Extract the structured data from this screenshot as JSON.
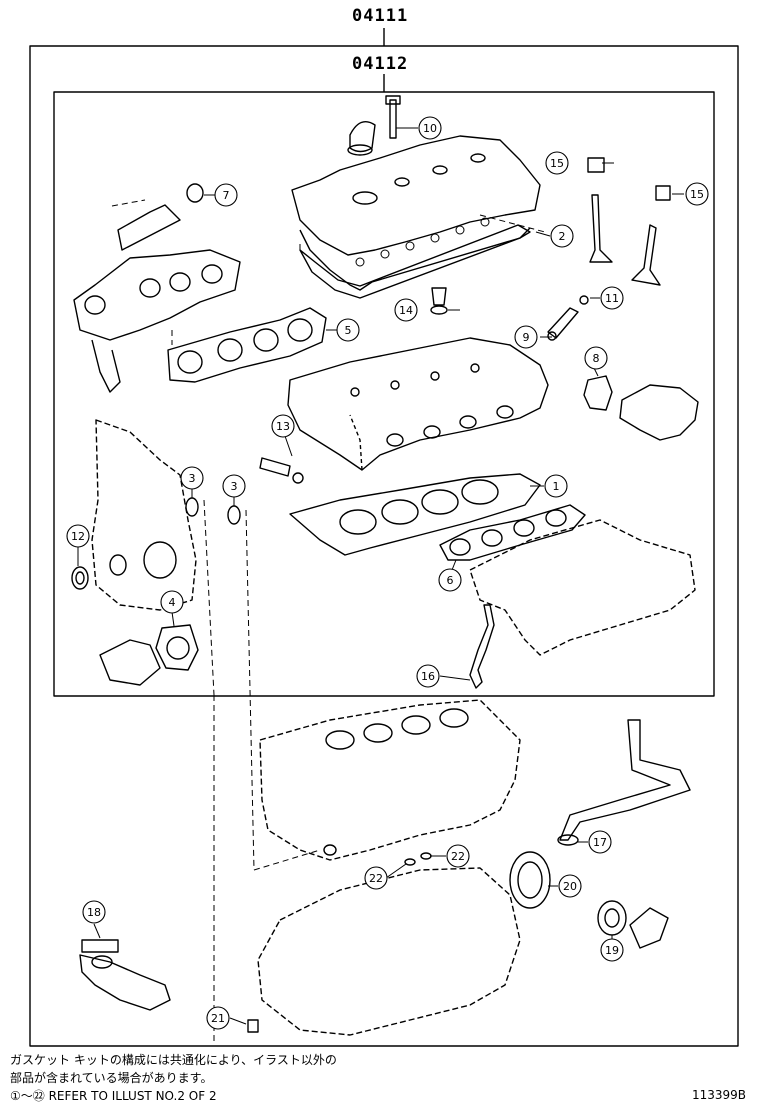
{
  "kit_outer_code": "04111",
  "kit_inner_code": "04112",
  "parts": [
    {
      "id": "p1",
      "label": "1"
    },
    {
      "id": "p2",
      "label": "2"
    },
    {
      "id": "p3a",
      "label": "3"
    },
    {
      "id": "p3b",
      "label": "3"
    },
    {
      "id": "p4",
      "label": "4"
    },
    {
      "id": "p5",
      "label": "5"
    },
    {
      "id": "p6",
      "label": "6"
    },
    {
      "id": "p7",
      "label": "7"
    },
    {
      "id": "p8",
      "label": "8"
    },
    {
      "id": "p9",
      "label": "9"
    },
    {
      "id": "p10",
      "label": "10"
    },
    {
      "id": "p11",
      "label": "11"
    },
    {
      "id": "p12",
      "label": "12"
    },
    {
      "id": "p13",
      "label": "13"
    },
    {
      "id": "p14",
      "label": "14"
    },
    {
      "id": "p15a",
      "label": "15"
    },
    {
      "id": "p15b",
      "label": "15"
    },
    {
      "id": "p16",
      "label": "16"
    },
    {
      "id": "p17",
      "label": "17"
    },
    {
      "id": "p18",
      "label": "18"
    },
    {
      "id": "p19",
      "label": "19"
    },
    {
      "id": "p20",
      "label": "20"
    },
    {
      "id": "p21",
      "label": "21"
    },
    {
      "id": "p22a",
      "label": "22"
    },
    {
      "id": "p22b",
      "label": "22"
    }
  ],
  "notes": {
    "line1": "ガスケット キットの構成には共通化により、イラスト以外の",
    "line2": "部品が含まれている場合があります。",
    "line3": "①～㉒ REFER TO ILLUST NO.2 OF 2"
  },
  "document_id": "113399B"
}
